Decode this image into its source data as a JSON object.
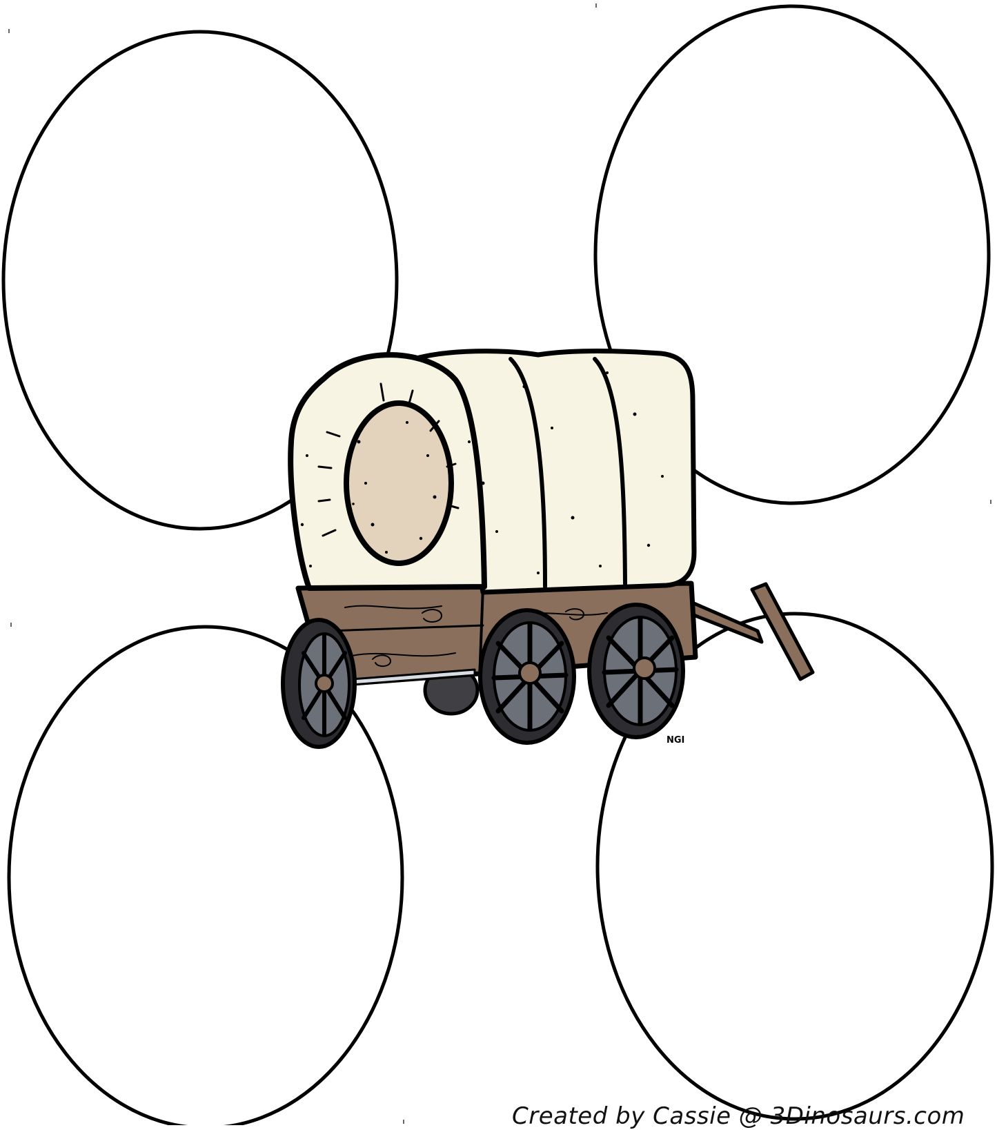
{
  "page": {
    "credit_text": "Created by Cassie @ 3Dinosaurs.com",
    "artist_mark": "NGI"
  },
  "worksheet": {
    "write_ovals": [
      {
        "id": "top-left",
        "text": ""
      },
      {
        "id": "top-right",
        "text": ""
      },
      {
        "id": "bottom-left",
        "text": ""
      },
      {
        "id": "bottom-right",
        "text": ""
      }
    ]
  },
  "illustration": {
    "subject": "covered-wagon-icon",
    "colors": {
      "cover": "#f7f4e3",
      "cover_opening": "#e3d3bd",
      "wood": "#8a6f5c",
      "wheel_spokes": "#6c7079",
      "outline": "#000000",
      "axle": "#d7dde2"
    }
  }
}
